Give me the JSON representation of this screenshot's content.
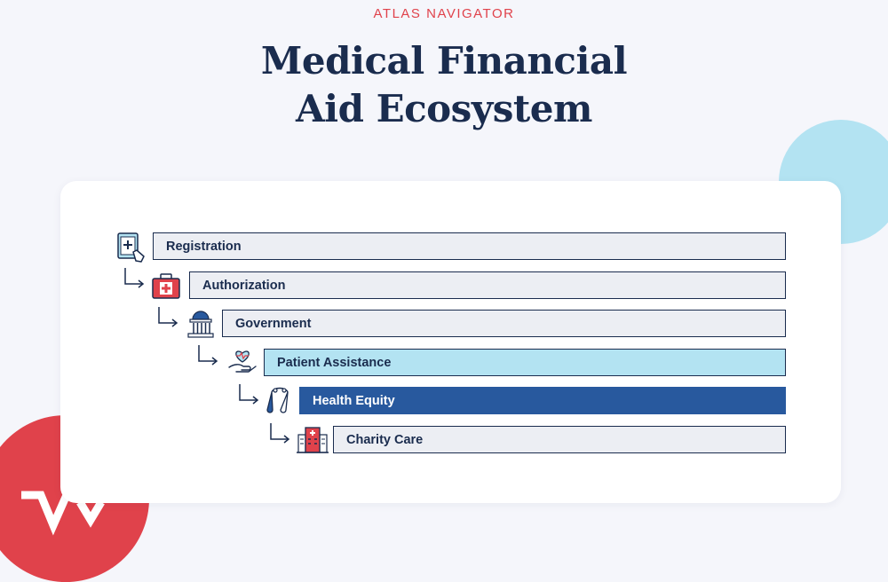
{
  "header": {
    "eyebrow": "ATLAS NAVIGATOR",
    "title_line1": "Medical Financial",
    "title_line2": "Aid Ecosystem"
  },
  "tree": {
    "items": [
      {
        "label": "Registration",
        "icon": "mobile-medical-icon",
        "level": 0
      },
      {
        "label": "Authorization",
        "icon": "first-aid-kit-icon",
        "level": 1
      },
      {
        "label": "Government",
        "icon": "government-building-icon",
        "level": 2
      },
      {
        "label": "Patient Assistance",
        "icon": "hand-heart-icon",
        "level": 3,
        "highlight": "light"
      },
      {
        "label": "Health Equity",
        "icon": "stethoscope-icon",
        "level": 4,
        "highlight": "selected"
      },
      {
        "label": "Charity Care",
        "icon": "hospital-building-icon",
        "level": 5
      }
    ]
  },
  "colors": {
    "navy": "#1a2c4e",
    "accent_red": "#e0424b",
    "light_blue": "#b3e3f2",
    "selected_blue": "#28599e",
    "bar_gray": "#eceef3",
    "background": "#f5f6fb"
  }
}
